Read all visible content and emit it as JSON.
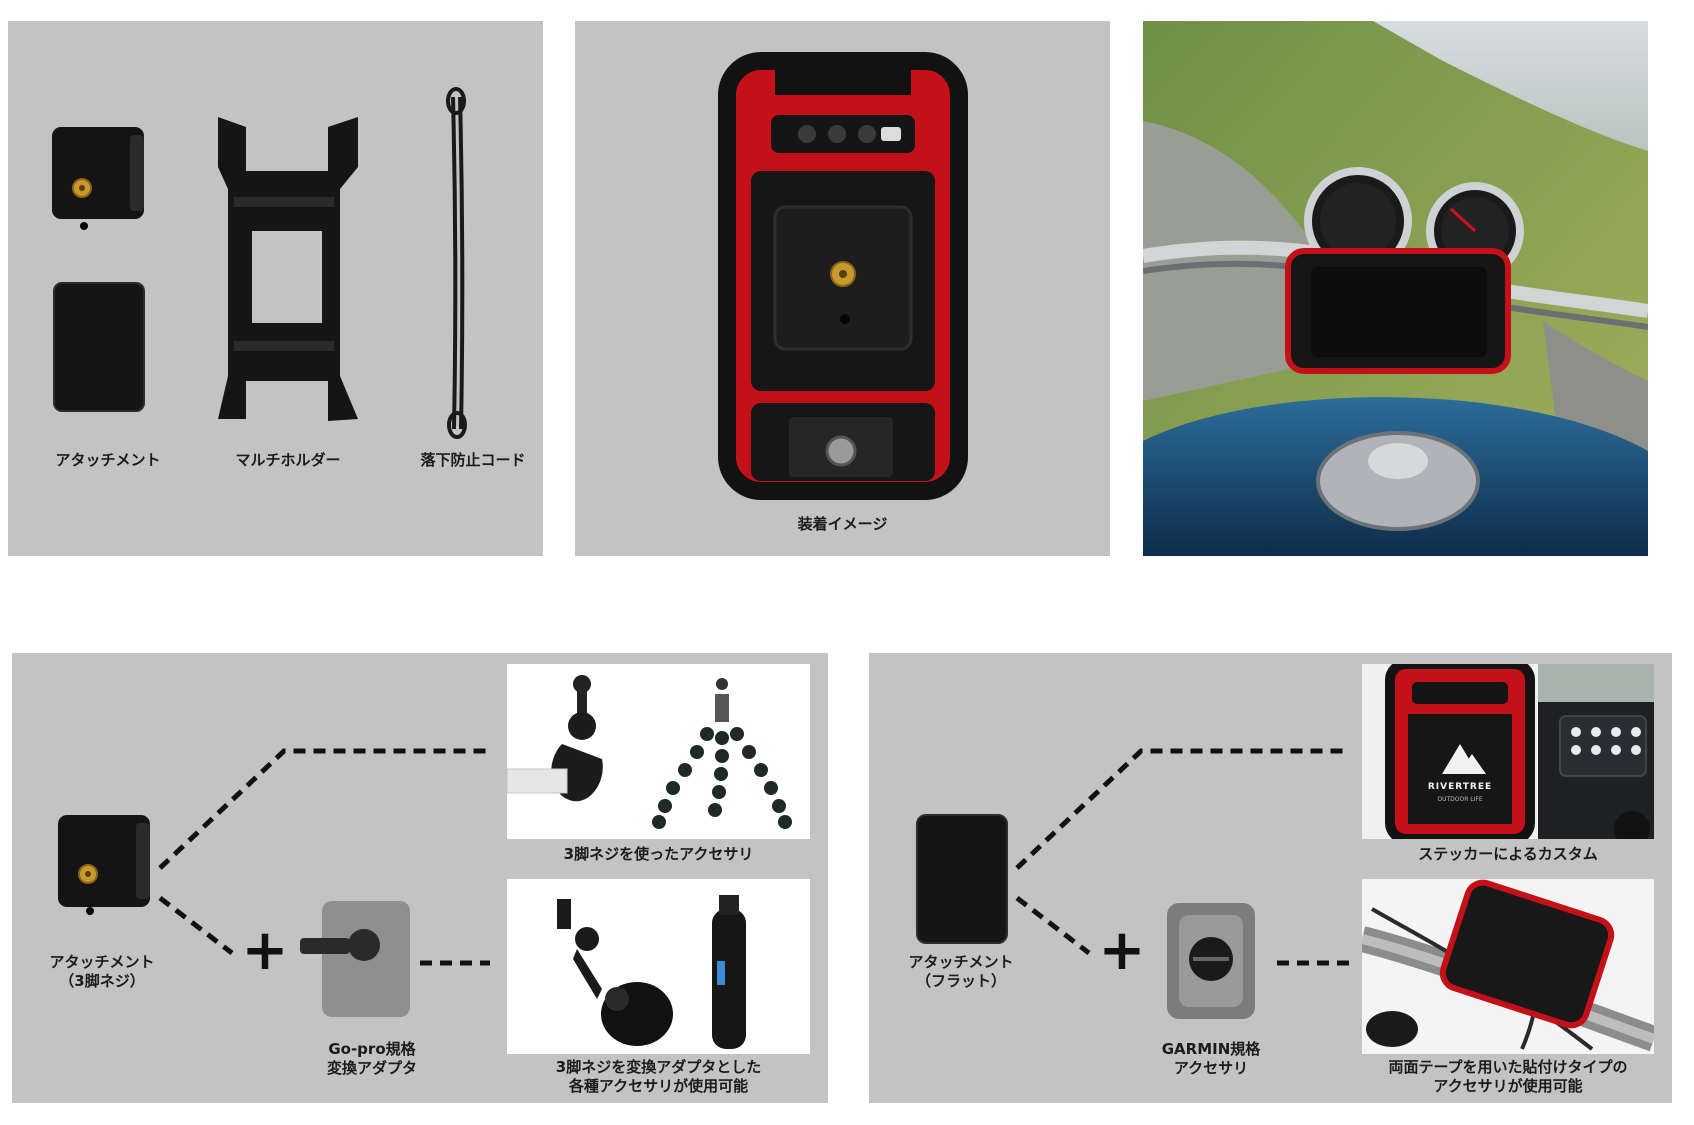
{
  "top": {
    "parts": {
      "attachment_label": "アタッチメント",
      "multi_holder_label": "マルチホルダー",
      "cord_label": "落下防止コード"
    },
    "mounted": {
      "label": "装着イメージ"
    }
  },
  "bottom_left": {
    "attachment_label": "アタッチメント\n（3脚ネジ）",
    "adapter_label": "Go-pro規格\n変換アダプタ",
    "tripod_caption": "3脚ネジを使ったアクセサリ",
    "converted_caption": "3脚ネジを変換アダプタとした\n各種アクセサリが使用可能",
    "plus_symbol": "+"
  },
  "bottom_right": {
    "attachment_label": "アタッチメント\n（フラット）",
    "garmin_label": "GARMIN規格\nアクセサリ",
    "sticker_caption": "ステッカーによるカスタム",
    "tape_caption": "両面テープを用いた貼付けタイプの\nアクセサリが使用可能",
    "plus_symbol": "+",
    "sticker_brand": "RIVERTREE",
    "sticker_subtext": "OUTDOOR LIFE"
  },
  "colors": {
    "panel_bg": "#c3c3c3",
    "accent_red": "#d0121b",
    "rugged_black": "#141414"
  }
}
